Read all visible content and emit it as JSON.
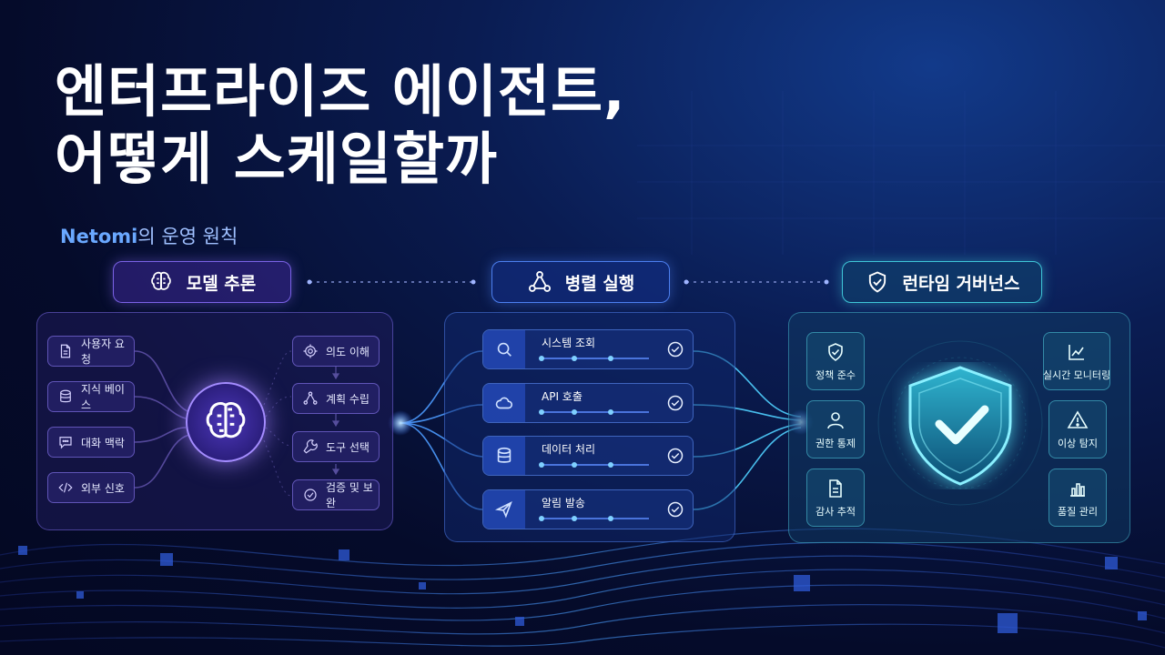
{
  "title": {
    "line1": "엔터프라이즈 에이전트,",
    "line2": "어떻게 스케일할까"
  },
  "subtitle_brand": "Netomi",
  "subtitle_rest": "의 운영 원칙",
  "stages": [
    {
      "label": "모델 추론",
      "icon": "brain-icon"
    },
    {
      "label": "병렬 실행",
      "icon": "network-icon"
    },
    {
      "label": "런타임 거버넌스",
      "icon": "shield-check-icon"
    }
  ],
  "inference": {
    "inputs": [
      {
        "label": "사용자 요청",
        "icon": "document-icon"
      },
      {
        "label": "지식 베이스",
        "icon": "database-icon"
      },
      {
        "label": "대화 맥락",
        "icon": "chat-icon"
      },
      {
        "label": "외부 신호",
        "icon": "code-icon"
      }
    ],
    "steps": [
      {
        "label": "의도 이해",
        "icon": "target-icon"
      },
      {
        "label": "계획 수립",
        "icon": "network-icon"
      },
      {
        "label": "도구 선택",
        "icon": "wrench-icon"
      },
      {
        "label": "검증 및 보완",
        "icon": "check-circle-icon"
      }
    ]
  },
  "execution": {
    "tasks": [
      {
        "label": "시스템 조회",
        "icon": "search-icon"
      },
      {
        "label": "API 호출",
        "icon": "cloud-icon"
      },
      {
        "label": "데이터 처리",
        "icon": "database-icon"
      },
      {
        "label": "알림 발송",
        "icon": "send-icon"
      }
    ]
  },
  "governance": {
    "left": [
      {
        "label": "정책 준수",
        "icon": "shield-check-icon"
      },
      {
        "label": "권한 통제",
        "icon": "user-icon"
      },
      {
        "label": "감사 추적",
        "icon": "document-icon"
      }
    ],
    "right": [
      {
        "label": "실시간 모니터링",
        "icon": "chart-icon"
      },
      {
        "label": "이상 탐지",
        "icon": "warning-icon"
      },
      {
        "label": "품질 관리",
        "icon": "bar-chart-icon"
      }
    ]
  },
  "colors": {
    "purple": "#8f74ff",
    "blue": "#4c86ff",
    "cyan": "#45d2e0",
    "brand": "#6aa8ff"
  }
}
